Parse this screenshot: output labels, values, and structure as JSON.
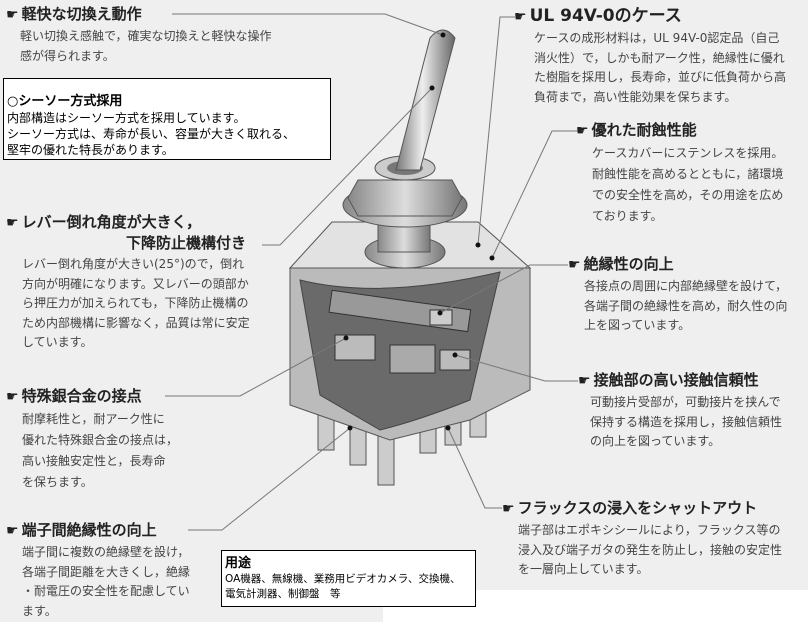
{
  "features": [
    {
      "id": "light-switching",
      "title": "軽快な切換え動作",
      "body": [
        "軽い切換え感触で，確実な切換えと軽快な操作",
        "感が得られます。"
      ]
    },
    {
      "id": "ul-case",
      "title": "UL 94V-0のケース",
      "body": [
        "ケースの成形材料は，UL 94V-0認定品（自己",
        "消火性）で，しかも耐アーク性，絶縁性に優れ",
        "た樹脂を採用し，長寿命，並びに低負荷から高",
        "負荷まで，高い性能効果を保ちます。"
      ]
    },
    {
      "id": "corrosion",
      "title": "優れた耐蝕性能",
      "body": [
        "ケースカバーにステンレスを採用。",
        "耐蝕性能を高めるとともに，諸環境",
        "での安全性を高め，その用途を広め",
        "ております。"
      ]
    },
    {
      "id": "lever-angle",
      "title": "レバー倒れ角度が大きく，",
      "title2": "下降防止機構付き",
      "body": [
        "レバー倒れ角度が大きい(25°)ので，倒れ",
        "方向が明確になります。又レバーの頭部か",
        "ら押圧力が加えられても，下降防止機構の",
        "ため内部機構に影響なく，品質は常に安定",
        "しています。"
      ]
    },
    {
      "id": "insulation",
      "title": "絶縁性の向上",
      "body": [
        "各接点の周囲に内部絶縁壁を設けて，",
        "各端子間の絶縁性を高め，耐久性の向",
        "上を図っています。"
      ]
    },
    {
      "id": "contact-reliability",
      "title": "接触部の高い接触信頼性",
      "body": [
        "可動接片受部が，可動接片を挟んで",
        "保持する構造を採用し，接触信頼性",
        "の向上を図っています。"
      ]
    },
    {
      "id": "silver-alloy",
      "title": "特殊銀合金の接点",
      "body": [
        "耐摩耗性と，耐アーク性に",
        "優れた特殊銀合金の接点は，",
        "高い接触安定性と，長寿命",
        "を保ちます。"
      ]
    },
    {
      "id": "terminal-insulation",
      "title": "端子間絶縁性の向上",
      "body": [
        "端子間に複数の絶縁壁を設け，",
        "各端子間距離を大きくし，絶縁",
        "・耐電圧の安全性を配慮してい",
        "ます。"
      ]
    },
    {
      "id": "flux-shutout",
      "title": "フラックスの浸入をシャットアウト",
      "body": [
        "端子部はエポキシシールにより，フラックス等の",
        "浸入及び端子ガタの発生を防止し，接触の安定性",
        "を一層向上しています。"
      ]
    }
  ],
  "seesaw_box": {
    "title": "○シーソー方式採用",
    "lines": [
      "内部構造はシーソー方式を採用しています。",
      "シーソー方式は、寿命が長い、容量が大きく取れる、",
      "堅牢の優れた特長があります。"
    ]
  },
  "usage_box": {
    "title": "用途",
    "lines": [
      "OA機器、無線機、業務用ビデオカメラ、交換機、",
      "電気計測器、制御盤　等"
    ]
  },
  "icons": {
    "bullet": "pointing-hand-icon",
    "hand_glyph": "☛"
  }
}
